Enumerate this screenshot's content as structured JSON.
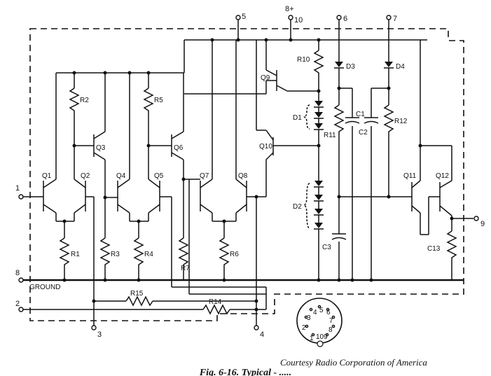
{
  "labels": {
    "pins": {
      "p1": "1",
      "p2": "2",
      "p3": "3",
      "p4": "4",
      "p5": "5",
      "p6": "6",
      "p7": "7",
      "p8": "8",
      "p9": "9",
      "p10": "10",
      "b_plus": "8+"
    },
    "transistors": {
      "q1": "Q1",
      "q2": "Q2",
      "q3": "Q3",
      "q4": "Q4",
      "q5": "Q5",
      "q6": "Q6",
      "q7": "Q7",
      "q8": "Q8",
      "q9": "Q9",
      "q10": "Q10",
      "q11": "Q11",
      "q12": "Q12"
    },
    "resistors": {
      "r1": "R1",
      "r2": "R2",
      "r3": "R3",
      "r4": "R4",
      "r5": "R5",
      "r6": "R6",
      "r7": "R7",
      "r10": "R10",
      "r11": "R11",
      "r12": "R12",
      "r14": "R14",
      "r15": "R15",
      "c13": "C13"
    },
    "diodes": {
      "d1": "D1",
      "d2": "D2",
      "d3": "D3",
      "d4": "D4"
    },
    "capacitors": {
      "c1": "C1",
      "c2": "C2",
      "c3": "C3"
    },
    "ground": "GROUND",
    "socket": {
      "s1": "1",
      "s2": "2",
      "s3": "3",
      "s4": "4",
      "s5": "5",
      "s6": "6",
      "s7": "7",
      "s8": "8",
      "s9": "9",
      "s10": "10"
    }
  },
  "credit": "Courtesy Radio Corporation of America",
  "caption": "Fig. 6-16. Typical -                  ....."
}
